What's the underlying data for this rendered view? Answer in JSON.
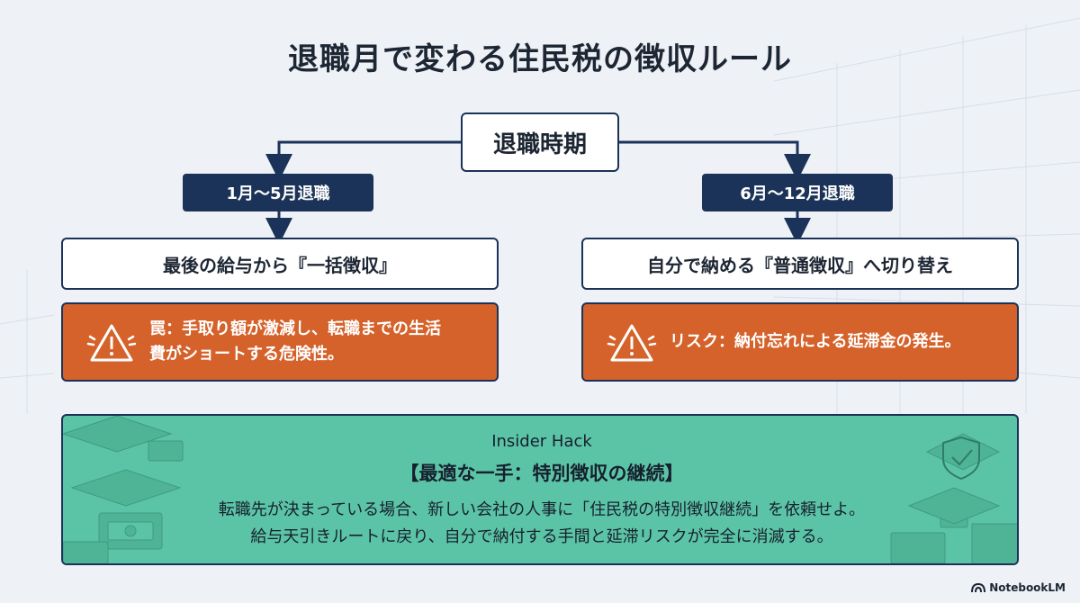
{
  "title": "退職月で変わる住民税の徴収ルール",
  "root": {
    "label": "退職時期"
  },
  "branches": [
    {
      "period": "1月〜5月退職",
      "method": "最後の給与から『一括徴収』",
      "warning": {
        "icon": "warning-icon",
        "lines": [
          "罠：手取り額が激減し、転職までの生活",
          "費がショートする危険性。"
        ]
      }
    },
    {
      "period": "6月〜12月退職",
      "method": "自分で納める『普通徴収』へ切り替え",
      "warning": {
        "icon": "warning-icon",
        "lines": [
          "リスク：納付忘れによる延滞金の発生。"
        ]
      }
    }
  ],
  "hack": {
    "label": "Insider Hack",
    "heading": "【最適な一手：特別徴収の継続】",
    "body": [
      "転職先が決まっている場合、新しい会社の人事に「住民税の特別徴収継続」を依頼せよ。",
      "給与天引きルートに戻り、自分で納付する手間と延滞リスクが完全に消滅する。"
    ]
  },
  "brand": "NotebookLM",
  "colors": {
    "background": "#eef2f7",
    "navy": "#1b3358",
    "warning": "#d5622a",
    "hack": "#5cc4a6"
  }
}
